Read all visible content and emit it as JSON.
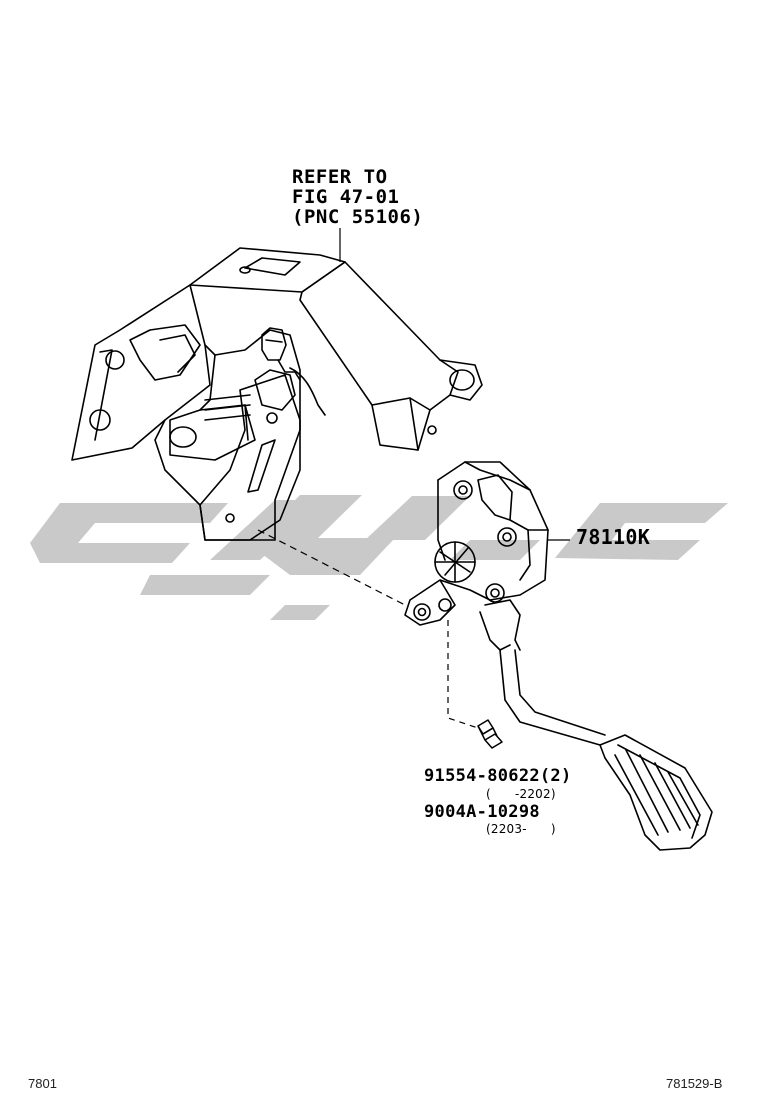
{
  "diagram": {
    "reference_note": {
      "line1": "REFER TO",
      "line2": "FIG 47-01",
      "line3": "(PNC 55106)"
    },
    "callouts": {
      "pedal_assembly": "78110K",
      "bolt_part_1": "91554-80622(2)",
      "bolt_part_1_range": "(      -2202)",
      "bolt_part_2": "9004A-10298",
      "bolt_part_2_range": "(2203-      )"
    },
    "footer": {
      "left_code": "7801",
      "right_code": "781529-B"
    },
    "colors": {
      "line": "#000000",
      "watermark": "#c8c8c8",
      "background": "#ffffff"
    }
  }
}
